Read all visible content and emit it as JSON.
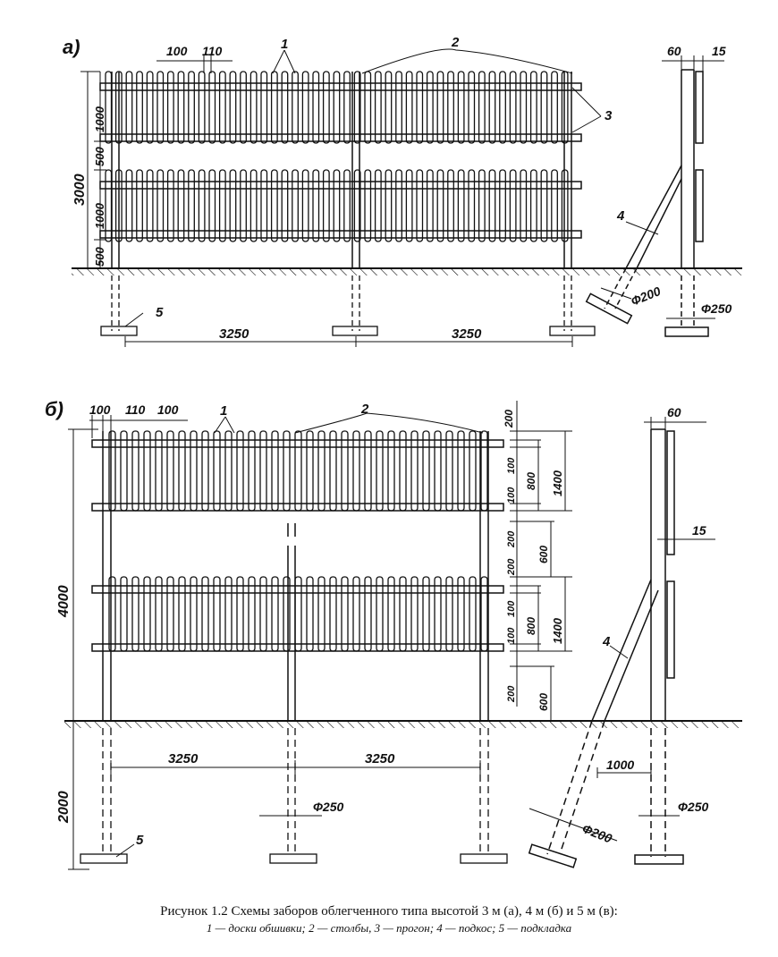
{
  "panel_a": {
    "label": "а)",
    "dim_top_1": "100",
    "dim_top_2": "110",
    "dim_post_w": "60",
    "dim_board_t": "15",
    "dim_3000": "3000",
    "dim_1000_a": "1000",
    "dim_500_a": "500",
    "dim_1000_b": "1000",
    "dim_500_b": "500",
    "span_1": "3250",
    "span_2": "3250",
    "diam_brace": "Ф200",
    "diam_post": "Ф250",
    "callouts": {
      "c1": "1",
      "c2": "2",
      "c3": "3",
      "c4": "4",
      "c5": "5"
    }
  },
  "panel_b": {
    "label": "б)",
    "dim_top_1": "100",
    "dim_top_2": "110",
    "dim_top_3": "100",
    "dim_4000": "4000",
    "dim_2000": "2000",
    "dim_200_top": "200",
    "dim_100_1": "100",
    "dim_100_2": "100",
    "dim_800_1": "800",
    "dim_1400_1": "1400",
    "dim_200_mid_1": "200",
    "dim_600_mid": "600",
    "dim_200_mid_2": "200",
    "dim_100_3": "100",
    "dim_100_4": "100",
    "dim_800_2": "800",
    "dim_1400_2": "1400",
    "dim_200_bot": "200",
    "dim_600_bot": "600",
    "dim_post_w": "60",
    "dim_board_t": "15",
    "span_1": "3250",
    "span_2": "3250",
    "dim_1000": "1000",
    "diam_post_mid": "Ф250",
    "diam_brace": "Ф200",
    "diam_post_right": "Ф250",
    "callouts": {
      "c1": "1",
      "c2": "2",
      "c4": "4",
      "c5": "5"
    }
  },
  "caption": {
    "line1": "Рисунок 1.2  Схемы заборов облегченного типа высотой 3 м (а), 4 м (б) и 5 м (в):",
    "line2": "1 — доски обшивки; 2 — столбы, 3 — прогон; 4 — подкос; 5 — подкладка"
  }
}
